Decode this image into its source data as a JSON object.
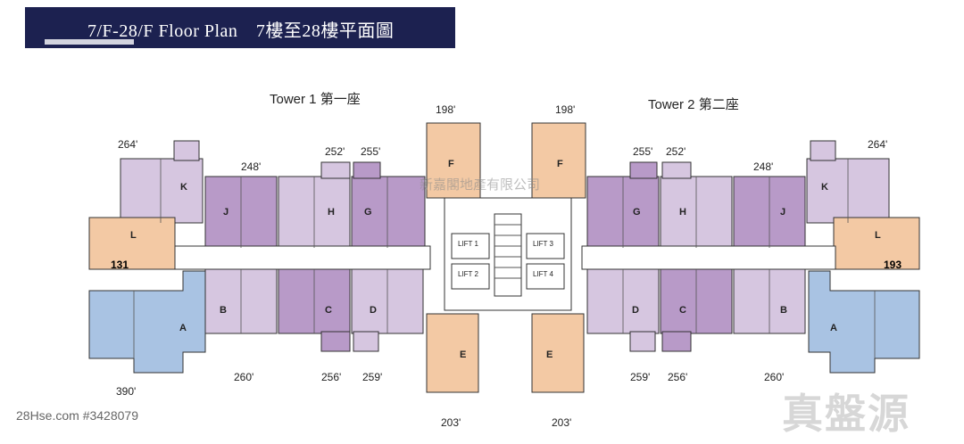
{
  "header": {
    "title": "7/F-28/F Floor Plan　7樓至28樓平面圖"
  },
  "towers": {
    "tower1": "Tower 1 第一座",
    "tower2": "Tower 2 第二座"
  },
  "units": {
    "left": [
      "K",
      "J",
      "H",
      "G",
      "F",
      "L",
      "B",
      "C",
      "D",
      "E",
      "A"
    ],
    "right": [
      "F",
      "G",
      "H",
      "J",
      "K",
      "L",
      "D",
      "C",
      "B",
      "E",
      "A"
    ]
  },
  "dimensions": {
    "top_left": [
      "264'",
      "248'",
      "252'",
      "255'",
      "198'"
    ],
    "top_right": [
      "198'",
      "255'",
      "252'",
      "248'",
      "264'"
    ],
    "bottom_left": [
      "390'",
      "260'",
      "256'",
      "259'",
      "203'"
    ],
    "bottom_right": [
      "203'",
      "259'",
      "256'",
      "260'"
    ],
    "side_left": "131",
    "side_right": "193"
  },
  "lifts": [
    "LIFT 1",
    "LIFT 2",
    "LIFT 3",
    "LIFT 4"
  ],
  "watermark": "新嘉閣地產有限公司",
  "footer": {
    "listing_id": "28Hse.com #3428079",
    "brand": "真盤源"
  },
  "colors": {
    "banner": "#1c2150",
    "dark_purple": "#b89ac8",
    "light_purple": "#d6c6e0",
    "orange": "#f3c9a4",
    "blue": "#a9c3e3",
    "corridor": "#ffffff"
  }
}
